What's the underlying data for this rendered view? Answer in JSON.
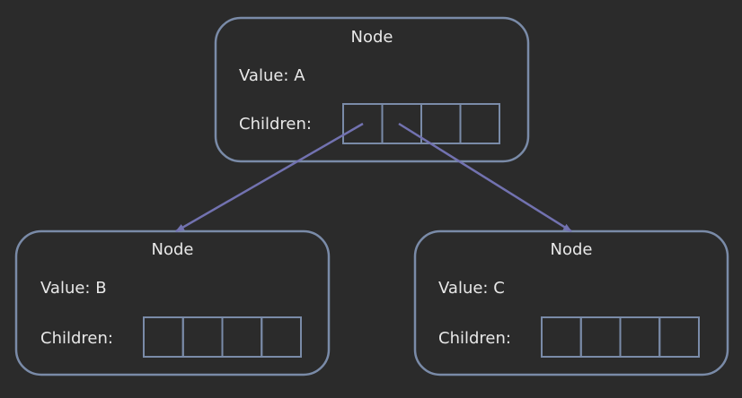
{
  "colors": {
    "background": "#2b2b2b",
    "node_border": "#7a8ba8",
    "edge": "#7272b0",
    "text": "#e8e8e8"
  },
  "nodes": {
    "a": {
      "title": "Node",
      "value_label": "Value: A",
      "children_label": "Children:",
      "slot_count": 4
    },
    "b": {
      "title": "Node",
      "value_label": "Value: B",
      "children_label": "Children:",
      "slot_count": 4
    },
    "c": {
      "title": "Node",
      "value_label": "Value: C",
      "children_label": "Children:",
      "slot_count": 4
    }
  },
  "edges": [
    {
      "from": "a",
      "to": "b"
    },
    {
      "from": "a",
      "to": "c"
    }
  ]
}
